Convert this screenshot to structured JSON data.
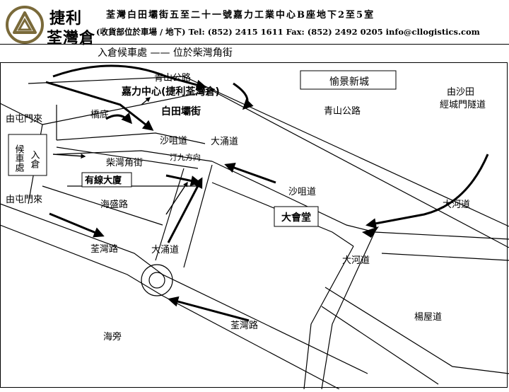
{
  "header": {
    "brand_line1": "捷利",
    "brand_line2": "荃灣倉",
    "address": "荃灣白田壩街五至二十一號嘉力工業中心B座地下2至5室",
    "contact": "(收貨部位於車場 / 地下) Tel: (852) 2415 1611 Fax: (852) 2492 0205 info@cllogistics.com",
    "waiting_area": "入倉候車處 —— 位於柴灣角街"
  },
  "map": {
    "labels": {
      "castle_peak_rd_top": "青山公路",
      "castle_peak_rd_mid": "青山公路",
      "summit": "愉景新城",
      "from_shatin": "由沙田",
      "via_tunnel": "經城門隧道",
      "kali_centre": "嘉力中心(捷利荃灣倉)",
      "pak_tin_pa": "白田壩街",
      "bridge_bottom": "橋底",
      "from_tuen_mun_1": "由屯門來",
      "from_tuen_mun_2": "由屯門來",
      "sha_tsui_1": "沙咀道",
      "tai_chung_1": "大涌道",
      "tingkau_dir": "汀九方向",
      "chai_wan_kok": "柴灣角街",
      "cable_tv_tower": "有線大廈",
      "hoi_shing": "海盛路",
      "sha_tsui_2": "沙咀道",
      "tai_ho_rd_1": "大河道",
      "town_hall": "大會堂",
      "tsuen_wan_rd_1": "荃灣路",
      "tai_chung_2": "大涌道",
      "tai_ho_rd_2": "大河道",
      "yeung_uk": "楊屋道",
      "tsuen_wan_rd_2": "荃灣路",
      "seaside": "海旁",
      "waiting_box_col1": "入倉",
      "waiting_box_col2": "候車處"
    }
  },
  "colors": {
    "ink": "#000000",
    "paper": "#ffffff"
  },
  "icons": [
    "company-logo-icon",
    "direction-arrow-icon"
  ]
}
